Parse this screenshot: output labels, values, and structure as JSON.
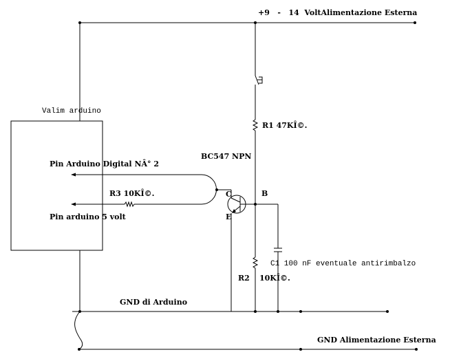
{
  "diagram": {
    "type": "circuit-schematic",
    "labels": {
      "supply": "+9   -   14  VoltAlimentazione Esterna",
      "valim": "Valim arduino",
      "pin_digital": "Pin Arduino Digital NÂ° 2",
      "pin_5v": "Pin arduino 5 volt",
      "transistor": "BC547 NPN",
      "collector": "C",
      "emitter": "E",
      "base": "B",
      "r1": "R1  47KÎ©.",
      "r2_name": "R2",
      "r2_value": "10KÎ©.",
      "r3": "R3  10KÎ©.",
      "c1": "C1 100 nF eventuale antirimbalzo",
      "gnd_arduino": "GND di Arduino",
      "gnd_external": "GND Alimentazione Esterna"
    },
    "components": [
      {
        "id": "R1",
        "kind": "resistor",
        "value": "47KÎ©"
      },
      {
        "id": "R2",
        "kind": "resistor",
        "value": "10KÎ©"
      },
      {
        "id": "R3",
        "kind": "resistor",
        "value": "10KÎ©"
      },
      {
        "id": "C1",
        "kind": "capacitor",
        "value": "100 nF"
      },
      {
        "id": "Q1",
        "kind": "npn-transistor",
        "value": "BC547"
      },
      {
        "id": "SW1",
        "kind": "push-switch"
      },
      {
        "id": "ARDUINO",
        "kind": "block"
      }
    ]
  }
}
